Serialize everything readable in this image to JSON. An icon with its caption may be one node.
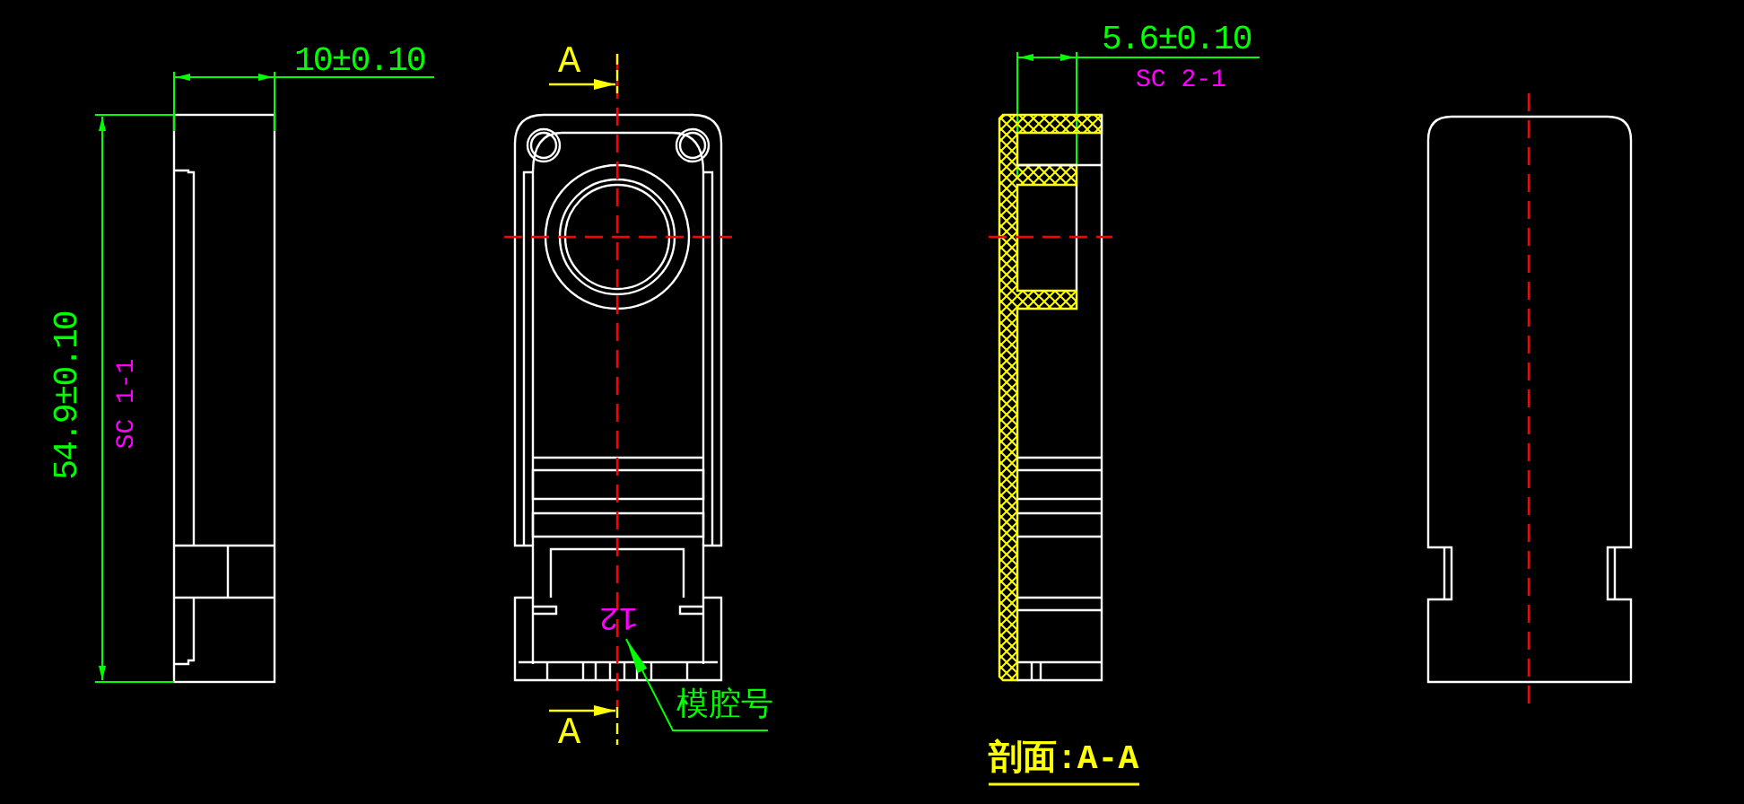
{
  "diagram": {
    "nodes": [
      {
        "text": [
          "模腔号"
        ]
      },
      {
        "text": [
          "12"
        ]
      }
    ],
    "edges": [
      {
        "from": 0,
        "to": 1,
        "arrow": "to"
      }
    ],
    "labels": [
      "10±0.10",
      "A",
      "5.6±0.10",
      "SC 2-1",
      "54.9±0.10",
      "SC 1-1",
      "A",
      "剖面:A-A"
    ]
  }
}
